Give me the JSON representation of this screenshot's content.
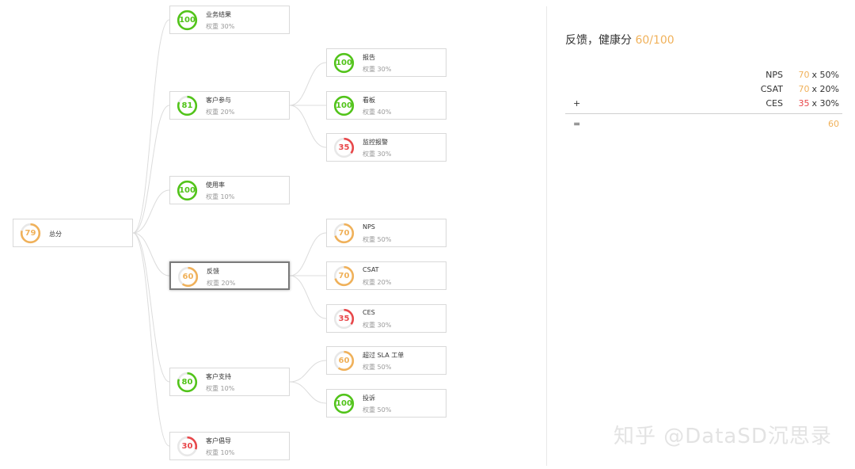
{
  "colors": {
    "green": "#52c41a",
    "orange": "#f0b15a",
    "red": "#e8474a",
    "track": "#e8e8e8"
  },
  "nodes": [
    {
      "id": "root",
      "name": "总分",
      "score": 79,
      "weight": "",
      "color": "#f0b15a",
      "selected": false
    },
    {
      "id": "business",
      "name": "业务结果",
      "score": 100,
      "weight": "权重 30%",
      "color": "#52c41a",
      "selected": false
    },
    {
      "id": "engagement",
      "name": "客户参与",
      "score": 81,
      "weight": "权重 20%",
      "color": "#52c41a",
      "selected": false
    },
    {
      "id": "usage",
      "name": "使用率",
      "score": 100,
      "weight": "权重 10%",
      "color": "#52c41a",
      "selected": false
    },
    {
      "id": "feedback",
      "name": "反馈",
      "score": 60,
      "weight": "权重 20%",
      "color": "#f0b15a",
      "selected": true
    },
    {
      "id": "support",
      "name": "客户支持",
      "score": 80,
      "weight": "权重 10%",
      "color": "#52c41a",
      "selected": false
    },
    {
      "id": "advocacy",
      "name": "客户倡导",
      "score": 30,
      "weight": "权重 10%",
      "color": "#e8474a",
      "selected": false
    },
    {
      "id": "report",
      "name": "报告",
      "score": 100,
      "weight": "权重 30%",
      "color": "#52c41a",
      "selected": false
    },
    {
      "id": "dashboard",
      "name": "看板",
      "score": 100,
      "weight": "权重 40%",
      "color": "#52c41a",
      "selected": false
    },
    {
      "id": "alert",
      "name": "监控报警",
      "score": 35,
      "weight": "权重 30%",
      "color": "#e8474a",
      "selected": false
    },
    {
      "id": "nps",
      "name": "NPS",
      "score": 70,
      "weight": "权重 50%",
      "color": "#f0b15a",
      "selected": false
    },
    {
      "id": "csat",
      "name": "CSAT",
      "score": 70,
      "weight": "权重 20%",
      "color": "#f0b15a",
      "selected": false
    },
    {
      "id": "ces",
      "name": "CES",
      "score": 35,
      "weight": "权重 30%",
      "color": "#e8474a",
      "selected": false
    },
    {
      "id": "sla",
      "name": "超过 SLA 工单",
      "score": 60,
      "weight": "权重 50%",
      "color": "#f0b15a",
      "selected": false
    },
    {
      "id": "complaint",
      "name": "投诉",
      "score": 100,
      "weight": "权重 50%",
      "color": "#52c41a",
      "selected": false
    }
  ],
  "edges": [
    [
      "root",
      "business"
    ],
    [
      "root",
      "engagement"
    ],
    [
      "root",
      "usage"
    ],
    [
      "root",
      "feedback"
    ],
    [
      "root",
      "support"
    ],
    [
      "root",
      "advocacy"
    ],
    [
      "engagement",
      "report"
    ],
    [
      "engagement",
      "dashboard"
    ],
    [
      "engagement",
      "alert"
    ],
    [
      "feedback",
      "nps"
    ],
    [
      "feedback",
      "csat"
    ],
    [
      "feedback",
      "ces"
    ],
    [
      "support",
      "sla"
    ],
    [
      "support",
      "complaint"
    ]
  ],
  "detail": {
    "title_prefix": "反馈，健康分",
    "title_score": "60/100",
    "rows": [
      {
        "op": "",
        "name": "NPS",
        "value": "70",
        "weight": "x 50%",
        "color": "#f0b15a"
      },
      {
        "op": "",
        "name": "CSAT",
        "value": "70",
        "weight": "x 20%",
        "color": "#f0b15a"
      },
      {
        "op": "+",
        "name": "CES",
        "value": "35",
        "weight": "x 30%",
        "color": "#e8474a"
      }
    ],
    "equals": "=",
    "total": "60"
  },
  "watermark": "知乎 @DataSD沉思录"
}
